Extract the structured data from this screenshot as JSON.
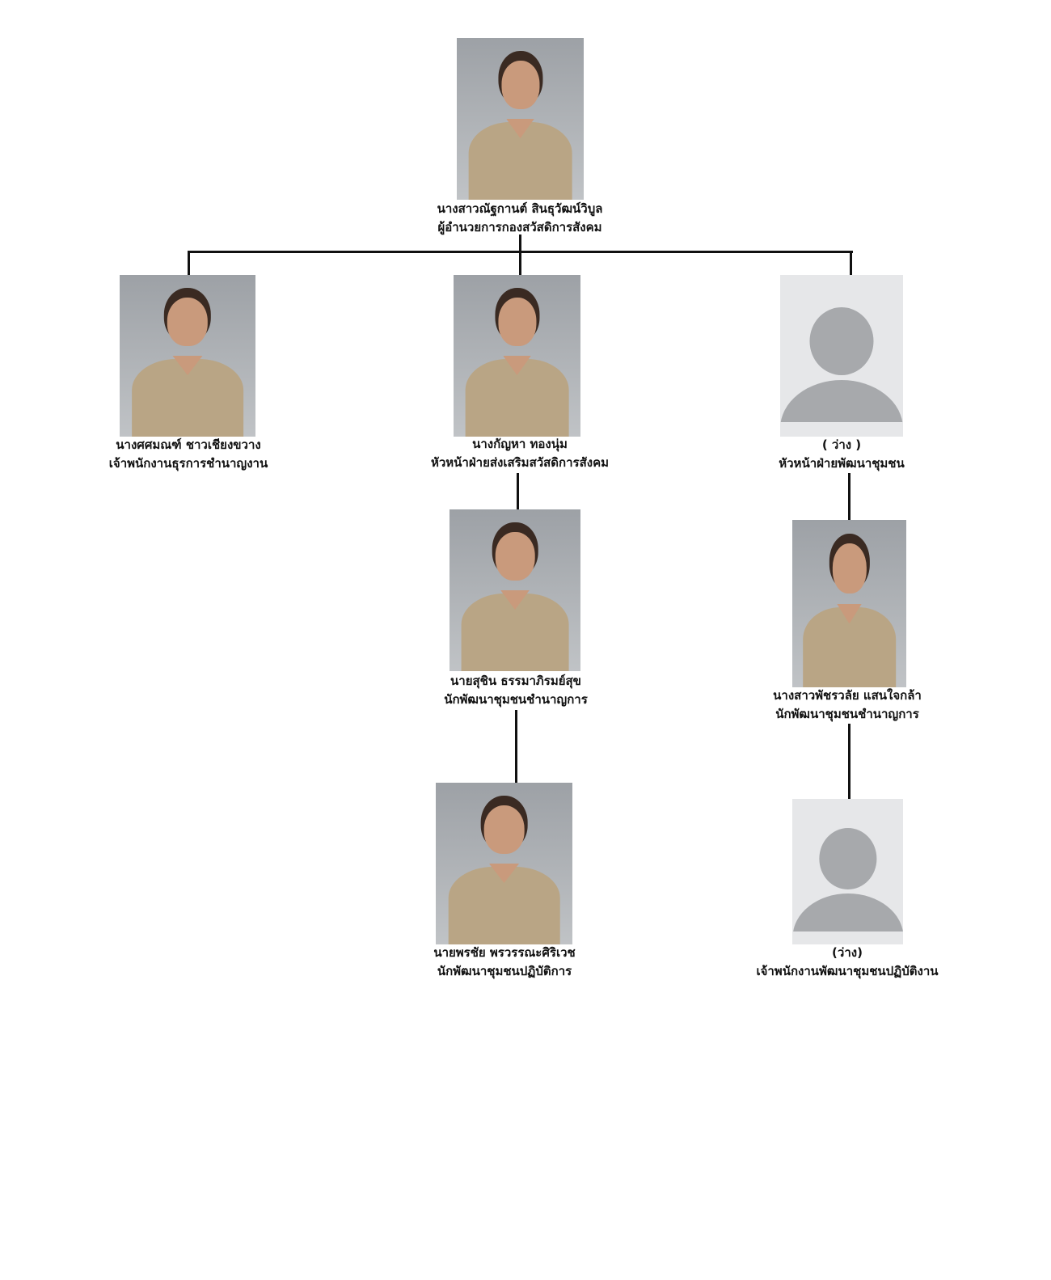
{
  "chart": {
    "director": {
      "name": "นางสาวณัฐกานต์ สินธุวัฒน์วิบูล",
      "position": "ผู้อำนวยการกองสวัสดิการสังคม"
    },
    "admin": {
      "name": "นางศศมณฑ์ ชาวเชียงขวาง",
      "position": "เจ้าพนักงานธุรการชำนาญงาน"
    },
    "welfare_head": {
      "name": "นางกัญหา ทองนุ่ม",
      "position": "หัวหน้าฝ่ายส่งเสริมสวัสดิการสังคม"
    },
    "community_head": {
      "name": "( ว่าง )",
      "position": "หัวหน้าฝ่ายพัฒนาชุมชน"
    },
    "welfare_staff1": {
      "name": "นายสุชิน ธรรมาภิรมย์สุข",
      "position": "นักพัฒนาชุมชนชำนาญการ"
    },
    "welfare_staff2": {
      "name": "นายพรชัย พรวรรณะศิริเวช",
      "position": "นักพัฒนาชุมชนปฏิบัติการ"
    },
    "community_staff1": {
      "name": "นางสาวพัชรวลัย แสนใจกล้า",
      "position": "นักพัฒนาชุมชนชำนาญการ"
    },
    "community_staff2": {
      "name": "(ว่าง)",
      "position": "เจ้าพนักงานพัฒนาชุมชนปฏิบัติงาน"
    }
  }
}
